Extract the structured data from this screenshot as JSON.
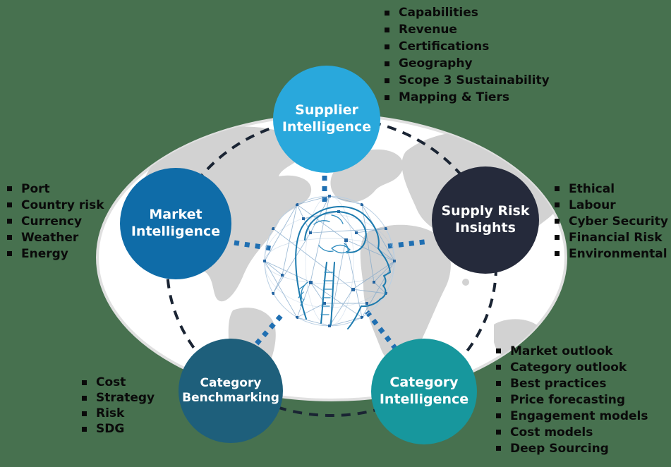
{
  "colors": {
    "background": "#47714F",
    "map_land": "#D2D2D2",
    "map_ellipse_fill": "#FFFFFF",
    "map_ellipse_rim": "#E0E0E0",
    "orbit_ring_dash": "#1A2433",
    "connector_dots": "#1F6FB2",
    "list_text": "#0A0A0A",
    "node_label_text": "#FFFFFF",
    "brain_art": "#1B7AAE",
    "mesh_lines": "#7FA6C9"
  },
  "icons": {
    "center": "brain-network-globe-icon",
    "bullet": "square-bullet-icon"
  },
  "nodes": {
    "supplier": {
      "line1": "Supplier",
      "line2": "Intelligence",
      "color": "#29A8DC"
    },
    "market": {
      "line1": "Market",
      "line2": "Intelligence",
      "color": "#0F6CA8"
    },
    "risk": {
      "line1": "Supply Risk",
      "line2": "Insights",
      "color": "#252A3B"
    },
    "benchmarking": {
      "line1": "Category",
      "line2": "Benchmarking",
      "color": "#1E5F7B"
    },
    "category": {
      "line1": "Category",
      "line2": "Intelligence",
      "color": "#17979D"
    }
  },
  "lists": {
    "supplier": {
      "items": [
        "Capabilities",
        "Revenue",
        "Certifications",
        "Geography",
        "Scope 3 Sustainability",
        "Mapping & Tiers"
      ]
    },
    "market": {
      "items": [
        "Port",
        "Country risk",
        "Currency",
        "Weather",
        "Energy"
      ]
    },
    "risk": {
      "items": [
        "Ethical",
        "Labour",
        "Cyber Security",
        "Financial Risk",
        "Environmental"
      ]
    },
    "benchmarking": {
      "items": [
        "Cost",
        "Strategy",
        "Risk",
        "SDG"
      ]
    },
    "category": {
      "items": [
        "Market outlook",
        "Category outlook",
        "Best practices",
        "Price forecasting",
        "Engagement models",
        "Cost models",
        "Deep Sourcing"
      ]
    }
  }
}
